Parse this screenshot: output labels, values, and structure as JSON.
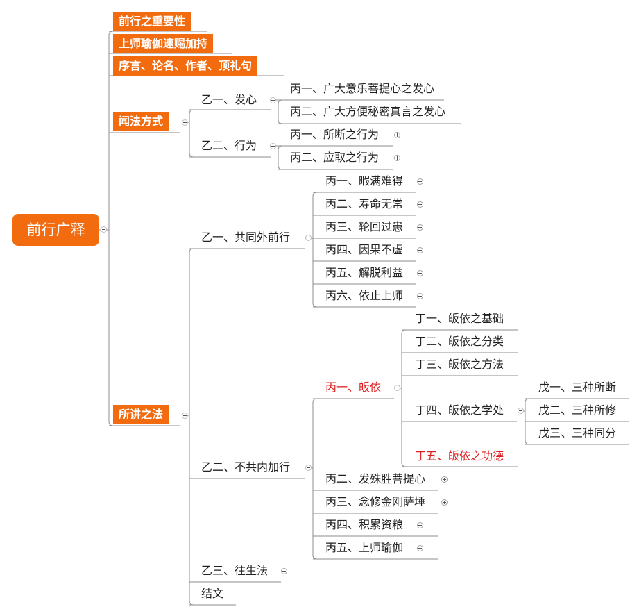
{
  "mindmap": {
    "root": "前行广释",
    "top_items": [
      "前行之重要性",
      "上师瑜伽速赐加持",
      "序言、论名、作者、顶礼句"
    ],
    "listening": {
      "label": "闻法方式",
      "motivation": {
        "label": "乙一、发心",
        "children": [
          "丙一、广大意乐菩提心之发心",
          "丙二、广大方便秘密真言之发心"
        ]
      },
      "conduct": {
        "label": "乙二、行为",
        "children": [
          "丙一、所断之行为",
          "丙二、应取之行为"
        ]
      }
    },
    "teaching": {
      "label": "所讲之法",
      "common": {
        "label": "乙一、共同外前行",
        "children": [
          "丙一、暇满难得",
          "丙二、寿命无常",
          "丙三、轮回过患",
          "丙四、因果不虚",
          "丙五、解脱利益",
          "丙六、依止上师"
        ]
      },
      "uncommon": {
        "label": "乙二、不共内加行",
        "refuge": {
          "label": "丙一、皈依",
          "children": [
            "丁一、皈依之基础",
            "丁二、皈依之分类",
            "丁三、皈依之方法",
            "丁四、皈依之学处",
            "丁五、皈依之功德"
          ],
          "precepts": [
            "戊一、三种所断",
            "戊二、三种所修",
            "戊三、三种同分"
          ]
        },
        "others": [
          "丙二、发殊胜菩提心",
          "丙三、念修金刚萨埵",
          "丙四、积累资粮",
          "丙五、上师瑜伽"
        ]
      },
      "transference": "乙三、往生法",
      "conclusion": "结文"
    }
  },
  "colors": {
    "node_fill": "#f26b0f",
    "node_text": "#ffffff",
    "highlight_text": "#e02020",
    "line": "#8c8c8c"
  }
}
